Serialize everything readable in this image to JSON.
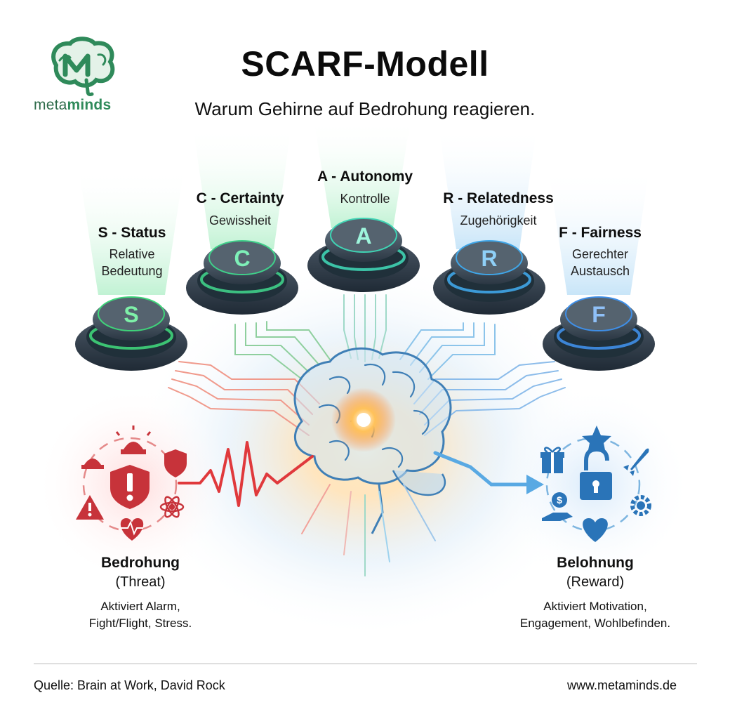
{
  "logo": {
    "prefix": "meta",
    "suffix": "minds"
  },
  "header": {
    "title": "SCARF-Modell",
    "subtitle": "Warum Gehirne auf Bedrohung reagieren."
  },
  "pillars": [
    {
      "letter": "S",
      "title": "S - Status",
      "subtitle_lines": [
        "Relative",
        "Bedeutung"
      ],
      "color": "#3fd47a"
    },
    {
      "letter": "C",
      "title": "C - Certainty",
      "subtitle_lines": [
        "Gewissheit"
      ],
      "color": "#3fd08a"
    },
    {
      "letter": "A",
      "title": "A - Autonomy",
      "subtitle_lines": [
        "Kontrolle"
      ],
      "color": "#3fd4b4"
    },
    {
      "letter": "R",
      "title": "R - Relatedness",
      "subtitle_lines": [
        "Zugehörigkeit"
      ],
      "color": "#3fa6e8"
    },
    {
      "letter": "F",
      "title": "F - Fairness",
      "subtitle_lines": [
        "Gerechter",
        "Austausch"
      ],
      "color": "#3f8fe8"
    }
  ],
  "threat": {
    "title": "Bedrohung",
    "subtitle": "(Threat)",
    "description_lines": [
      "Aktiviert Alarm,",
      "Fight/Flight, Stress."
    ],
    "color": "#d8393b",
    "icons": [
      "siren-icon",
      "shield-warning-icon",
      "shield-icon",
      "warning-triangle-icon",
      "atom-icon",
      "heart-pulse-icon"
    ]
  },
  "reward": {
    "title": "Belohnung",
    "subtitle": "(Reward)",
    "description_lines": [
      "Aktiviert Motivation,",
      "Engagement, Wohlbefinden."
    ],
    "color": "#2a74b8",
    "icons": [
      "gift-icon",
      "star-icon",
      "rocket-icon",
      "unlocked-padlock-icon",
      "dollar-hand-icon",
      "gear-icon",
      "heart-icon"
    ]
  },
  "footer": {
    "source": "Quelle: Brain at Work, David Rock",
    "website": "www.metaminds.de"
  }
}
